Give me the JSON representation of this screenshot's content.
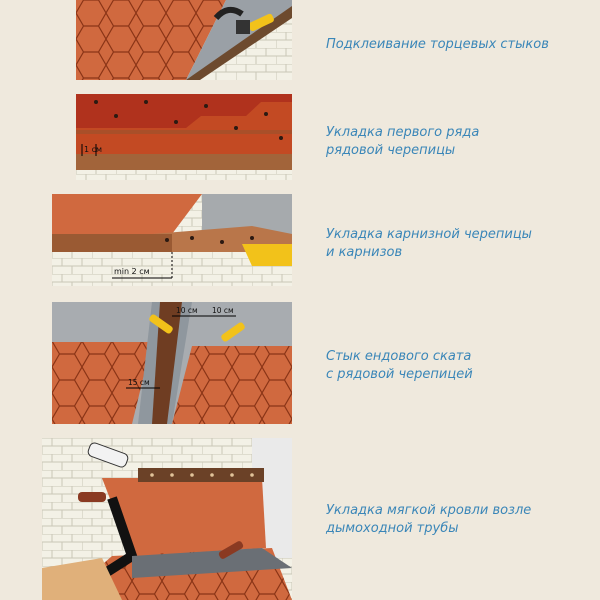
{
  "steps": [
    {
      "caption": [
        "Подклеивание торцевых стыков"
      ]
    },
    {
      "caption": [
        "Укладка первого ряда",
        "рядовой черепицы"
      ],
      "dimension": "1 см"
    },
    {
      "caption": [
        "Укладка карнизной черепицы",
        "и карнизов"
      ],
      "dimension": "min 2 см"
    },
    {
      "caption": [
        "Стык ендового ската",
        "с рядовой черепицей"
      ],
      "dimensions": [
        "10 см",
        "10 см",
        "15 см"
      ]
    },
    {
      "caption": [
        "Укладка мягкой кровли возле",
        "дымоходной трубы"
      ]
    }
  ],
  "colors": {
    "tile": "#d0693f",
    "tile_dark": "#a9441e",
    "underlay": "#b0321d",
    "brick": "#f3f1e6",
    "wood": "#b9764a",
    "metal": "#9ea4aa",
    "brush": "#f2c21a",
    "caption": "#3a86b8"
  }
}
